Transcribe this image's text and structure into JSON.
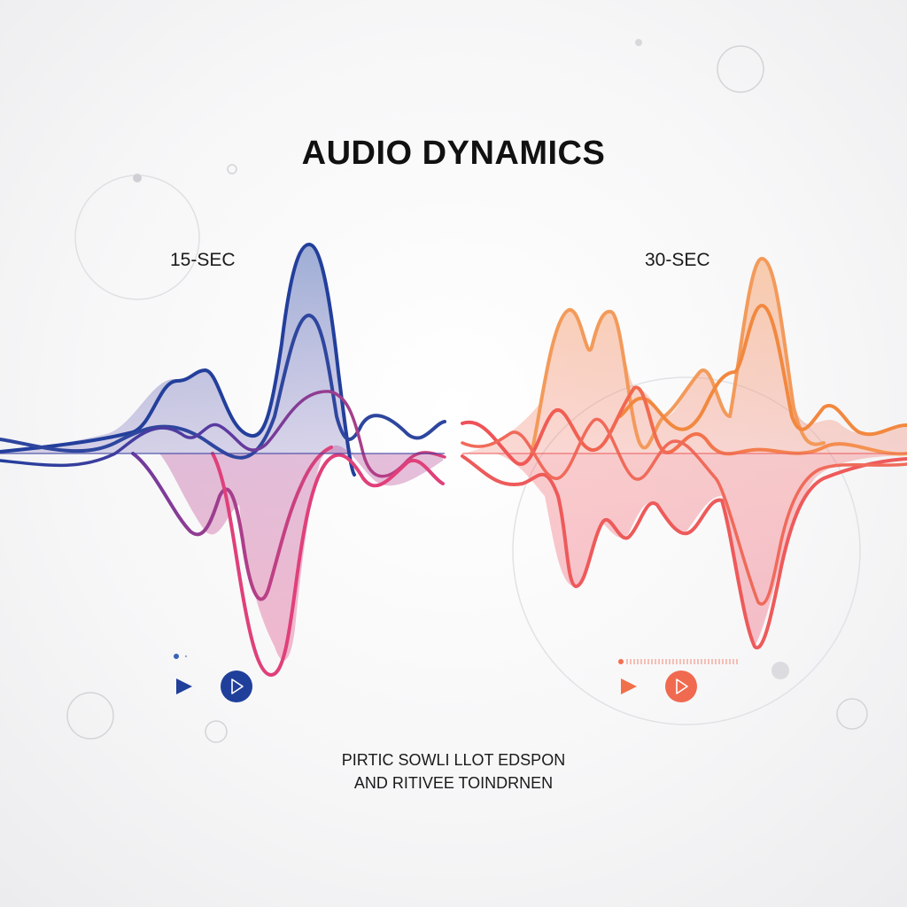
{
  "title": "AUDIO DYNAMICS",
  "panels": [
    {
      "label": "15-SEC",
      "palette": {
        "top": "#1f3f9a",
        "bottom": "#e0407a",
        "mid": "#7a3aa0"
      },
      "play_icon": "play-icon",
      "play_circle_icon": "play-circle-icon",
      "progress_icon": "progress-dot-icon"
    },
    {
      "label": "30-SEC",
      "palette": {
        "top": "#f5944a",
        "bottom": "#ee5050",
        "mid": "#f06a5a"
      },
      "play_icon": "play-icon",
      "play_circle_icon": "play-circle-icon",
      "progress_icon": "progress-track-icon"
    }
  ],
  "caption": {
    "line1": "PIRTIC SOWLI LLOT EDSPON",
    "line2": "AND RITIVEE TOINDRNEN"
  }
}
